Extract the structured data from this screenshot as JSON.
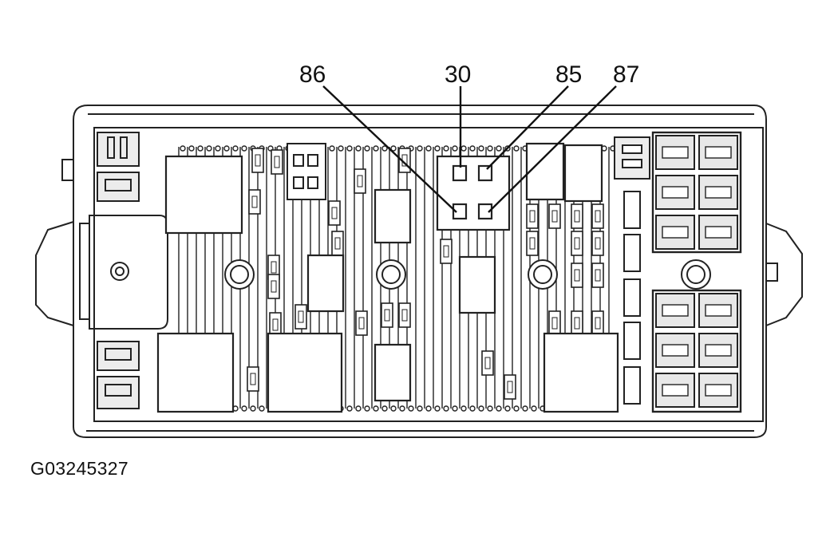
{
  "callouts": {
    "pin_86": "86",
    "pin_30": "30",
    "pin_85": "85",
    "pin_87": "87"
  },
  "figure_id": "G03245327",
  "colors": {
    "line": "#222222",
    "background": "#ffffff",
    "fuse_fill": "#e4e4e4",
    "box_fill": "#f4f4f4"
  }
}
